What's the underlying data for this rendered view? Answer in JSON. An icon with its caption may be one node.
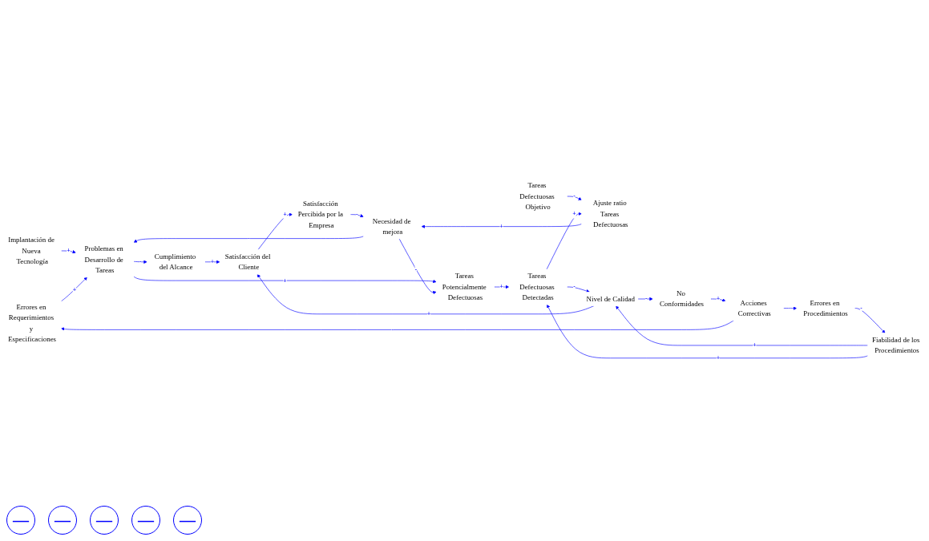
{
  "diagram": {
    "nodes": [
      {
        "text": [
          "Errores en Requerimientos y Especificaciones"
        ]
      },
      {
        "text": [
          "Implantación de Nueva Tecnología"
        ]
      },
      {
        "text": [
          "Cumplimiento del Alcance"
        ]
      },
      {
        "text": [
          "Satisfacción del Cliente"
        ]
      },
      {
        "text": [
          "Acciones Correctivas"
        ]
      },
      {
        "text": [
          "Problemas en Desarrollo de Tareas"
        ]
      },
      {
        "text": [
          "Necesidad de mejora"
        ]
      },
      {
        "text": [
          "Satisfacción Percibida por la Empresa"
        ]
      },
      {
        "text": [
          "No Conformidades"
        ]
      },
      {
        "text": [
          "Tareas Defectuosas Objetivo"
        ]
      },
      {
        "text": [
          "Ajuste ratio Tareas Defectuosas"
        ]
      },
      {
        "text": [
          "Nivel de Calidad"
        ]
      },
      {
        "text": [
          "Tareas Potencialmente Defectuosas"
        ]
      },
      {
        "text": [
          "Tareas Defectuosas Detectadas"
        ]
      },
      {
        "text": [
          "Fiabilidad de los Procedimientos"
        ]
      },
      {
        "text": [
          "Errores en Procedimientos"
        ]
      }
    ],
    "edges": [
      {
        "from": 4,
        "to": 0,
        "arrow": "to",
        "label": "-"
      },
      {
        "from": 1,
        "to": 5,
        "arrow": "to",
        "label": "+"
      },
      {
        "from": 0,
        "to": 5,
        "arrow": "to",
        "label": "+"
      },
      {
        "from": 5,
        "to": 2,
        "arrow": "to",
        "label": "-"
      },
      {
        "from": 2,
        "to": 3,
        "arrow": "to",
        "label": "+"
      },
      {
        "from": 6,
        "to": 5,
        "arrow": "to",
        "label": "-"
      },
      {
        "from": 3,
        "to": 7,
        "arrow": "to",
        "label": "+"
      },
      {
        "from": 8,
        "to": 4,
        "arrow": "to",
        "label": "+"
      },
      {
        "from": 7,
        "to": 6,
        "arrow": "to",
        "label": "-"
      },
      {
        "from": 10,
        "to": 6,
        "arrow": "to",
        "label": "+"
      },
      {
        "from": 9,
        "to": 10,
        "arrow": "to",
        "label": "-"
      },
      {
        "from": 11,
        "to": 3,
        "arrow": "to",
        "label": "+"
      },
      {
        "from": 11,
        "to": 8,
        "arrow": "to",
        "label": "-"
      },
      {
        "from": 4,
        "to": 15,
        "arrow": "to",
        "label": "-"
      },
      {
        "from": 5,
        "to": 12,
        "arrow": "to",
        "label": "+"
      },
      {
        "from": 6,
        "to": 12,
        "arrow": "to",
        "label": "-"
      },
      {
        "from": 13,
        "to": 10,
        "arrow": "to",
        "label": "+"
      },
      {
        "from": 13,
        "to": 11,
        "arrow": "to",
        "label": "-"
      },
      {
        "from": 14,
        "to": 11,
        "arrow": "to",
        "label": "+"
      },
      {
        "from": 12,
        "to": 13,
        "arrow": "to",
        "label": "+"
      },
      {
        "from": 14,
        "to": 13,
        "arrow": "to",
        "label": "+"
      },
      {
        "from": 15,
        "to": 14,
        "arrow": "to",
        "label": "-"
      }
    ],
    "labels": [
      "—",
      "—",
      "—",
      "—",
      "—"
    ]
  }
}
